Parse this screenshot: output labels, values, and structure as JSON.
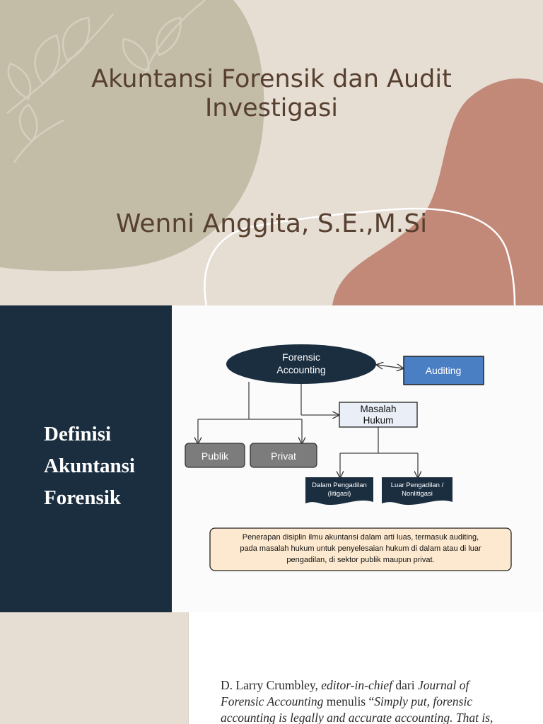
{
  "slide1": {
    "title": "Akuntansi Forensik dan Audit Investigasi",
    "author": "Wenni Anggita, S.E.,M.Si",
    "colors": {
      "background": "#e6ddd3",
      "olive_blob": "#c3bca7",
      "terracotta_blob": "#c28878",
      "text": "#57402f"
    },
    "decor_icon": "leaf-branch-icon"
  },
  "slide2": {
    "side_title_lines": [
      "Definisi",
      "Akuntansi",
      "Forensik"
    ],
    "diagram": {
      "forensic_line1": "Forensic",
      "forensic_line2": "Accounting",
      "auditing": "Auditing",
      "masalah_line1": "Masalah",
      "masalah_line2": "Hukum",
      "publik": "Publik",
      "privat": "Privat",
      "dalam_line1": "Dalam Pengadilan",
      "dalam_line2": "(litigasi)",
      "luar_line1": "Luar Pengadilan /",
      "luar_line2": "Nonlitigasi",
      "definition_line1": "Penerapan disiplin ilmu akuntansi dalam arti luas, termasuk auditing,",
      "definition_line2": "pada masalah hukum untuk penyelesaian hukum di dalam atau di luar",
      "definition_line3": "pengadilan, di sektor publik maupun privat."
    },
    "colors": {
      "sidebar": "#1b2e40",
      "auditing_box": "#4a7fc4",
      "gray_box": "#7c7c7c",
      "definition_box": "#fde9cf"
    }
  },
  "slide3": {
    "quote": {
      "l1_a": "D. Larry Crumbley, ",
      "l1_b": "editor-in-chief",
      "l1_c": " dari ",
      "l1_d": "Journal of",
      "l2_a": "Forensic Accounting",
      "l2_b": " menulis “",
      "l2_c": "Simply put, forensic",
      "l3": "accounting is legally and accurate accounting. That is,"
    }
  }
}
